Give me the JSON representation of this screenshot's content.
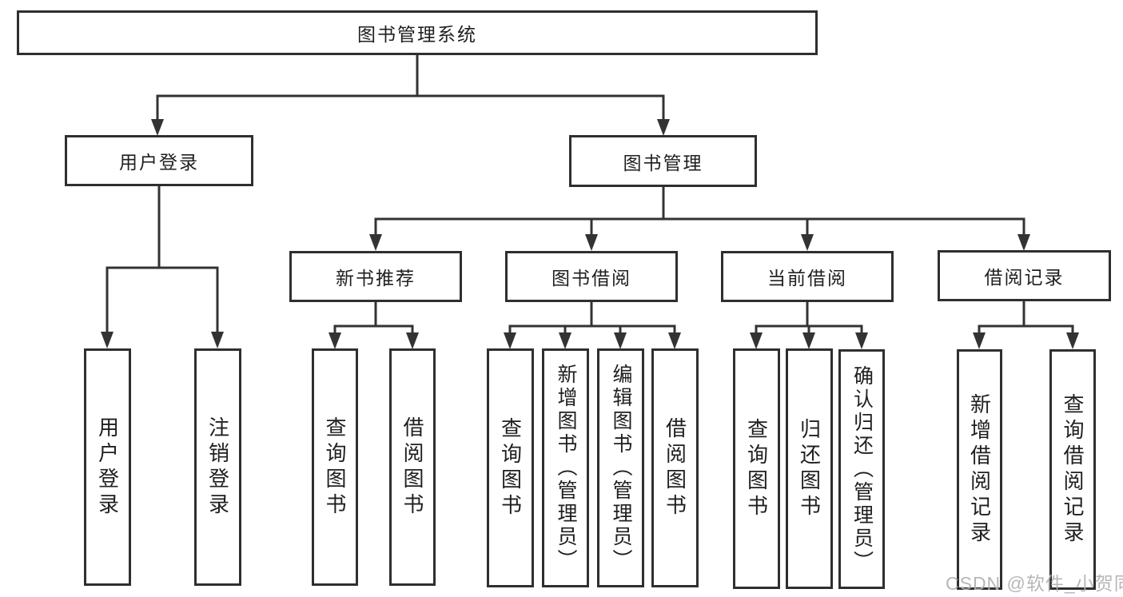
{
  "diagram": {
    "root": {
      "label": "图书管理系统"
    },
    "level2": [
      {
        "label": "用户登录"
      },
      {
        "label": "图书管理"
      }
    ],
    "level3": [
      {
        "label": "新书推荐"
      },
      {
        "label": "图书借阅"
      },
      {
        "label": "当前借阅"
      },
      {
        "label": "借阅记录"
      }
    ],
    "leaves": [
      {
        "label": "用户登录"
      },
      {
        "label": "注销登录"
      },
      {
        "label": "查询图书"
      },
      {
        "label": "借阅图书"
      },
      {
        "label": "查询图书"
      },
      {
        "label": "新增图书（管理员）"
      },
      {
        "label": "编辑图书（管理员）"
      },
      {
        "label": "借阅图书"
      },
      {
        "label": "查询图书"
      },
      {
        "label": "归还图书"
      },
      {
        "label": "确认归还（管理员）"
      },
      {
        "label": "新增借阅记录"
      },
      {
        "label": "查询借阅记录"
      }
    ]
  },
  "watermark": {
    "text": "CSDN @软件_小贺同学"
  },
  "colors": {
    "line": "#333333",
    "border": "#2f2f2f",
    "text": "#1f1f1f",
    "background": "#ffffff",
    "watermark": "#b0b0b0"
  }
}
